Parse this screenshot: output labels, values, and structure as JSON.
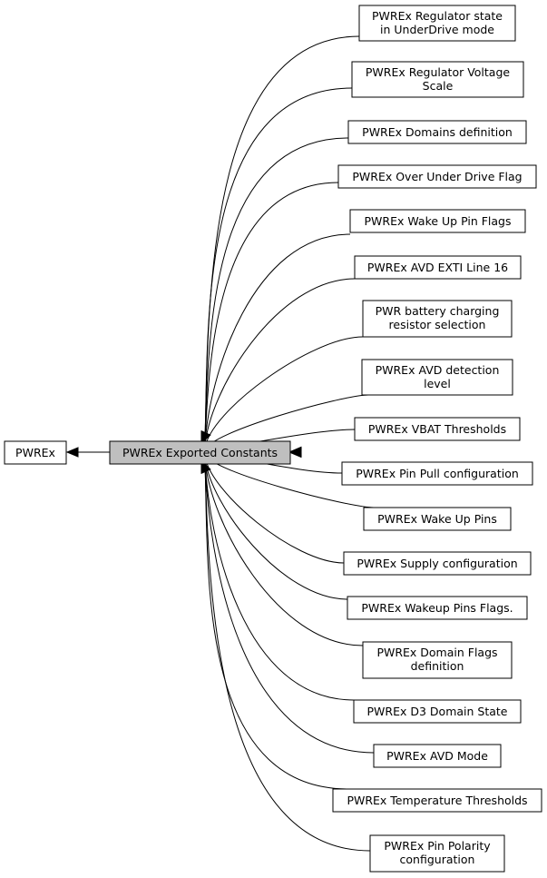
{
  "parent": {
    "label": "PWREx"
  },
  "current": {
    "label": "PWREx Exported Constants"
  },
  "children": [
    {
      "id": "regulator-underdrive",
      "lines": [
        "PWREx Regulator state",
        "in UnderDrive mode"
      ]
    },
    {
      "id": "regulator-voltage-scale",
      "lines": [
        "PWREx Regulator Voltage",
        "Scale"
      ]
    },
    {
      "id": "domains-definition",
      "lines": [
        "PWREx Domains definition"
      ]
    },
    {
      "id": "over-under-drive-flag",
      "lines": [
        "PWREx Over Under Drive Flag"
      ]
    },
    {
      "id": "wake-up-pin-flags",
      "lines": [
        "PWREx Wake Up Pin Flags"
      ]
    },
    {
      "id": "avd-exti-line-16",
      "lines": [
        "PWREx AVD EXTI Line 16"
      ]
    },
    {
      "id": "battery-charging-resistor",
      "lines": [
        "PWR battery charging",
        "resistor selection"
      ]
    },
    {
      "id": "avd-detection-level",
      "lines": [
        "PWREx AVD detection",
        "level"
      ]
    },
    {
      "id": "vbat-thresholds",
      "lines": [
        "PWREx VBAT Thresholds"
      ]
    },
    {
      "id": "pin-pull-configuration",
      "lines": [
        "PWREx Pin Pull configuration"
      ]
    },
    {
      "id": "wake-up-pins",
      "lines": [
        "PWREx Wake Up Pins"
      ]
    },
    {
      "id": "supply-configuration",
      "lines": [
        "PWREx Supply configuration"
      ]
    },
    {
      "id": "wakeup-pins-flags",
      "lines": [
        "PWREx Wakeup Pins Flags."
      ]
    },
    {
      "id": "domain-flags-definition",
      "lines": [
        "PWREx Domain Flags",
        "definition"
      ]
    },
    {
      "id": "d3-domain-state",
      "lines": [
        "PWREx D3 Domain State"
      ]
    },
    {
      "id": "avd-mode",
      "lines": [
        "PWREx AVD Mode"
      ]
    },
    {
      "id": "temperature-thresholds",
      "lines": [
        "PWREx Temperature Thresholds"
      ]
    },
    {
      "id": "pin-polarity-configuration",
      "lines": [
        "PWREx Pin Polarity",
        "configuration"
      ]
    }
  ]
}
